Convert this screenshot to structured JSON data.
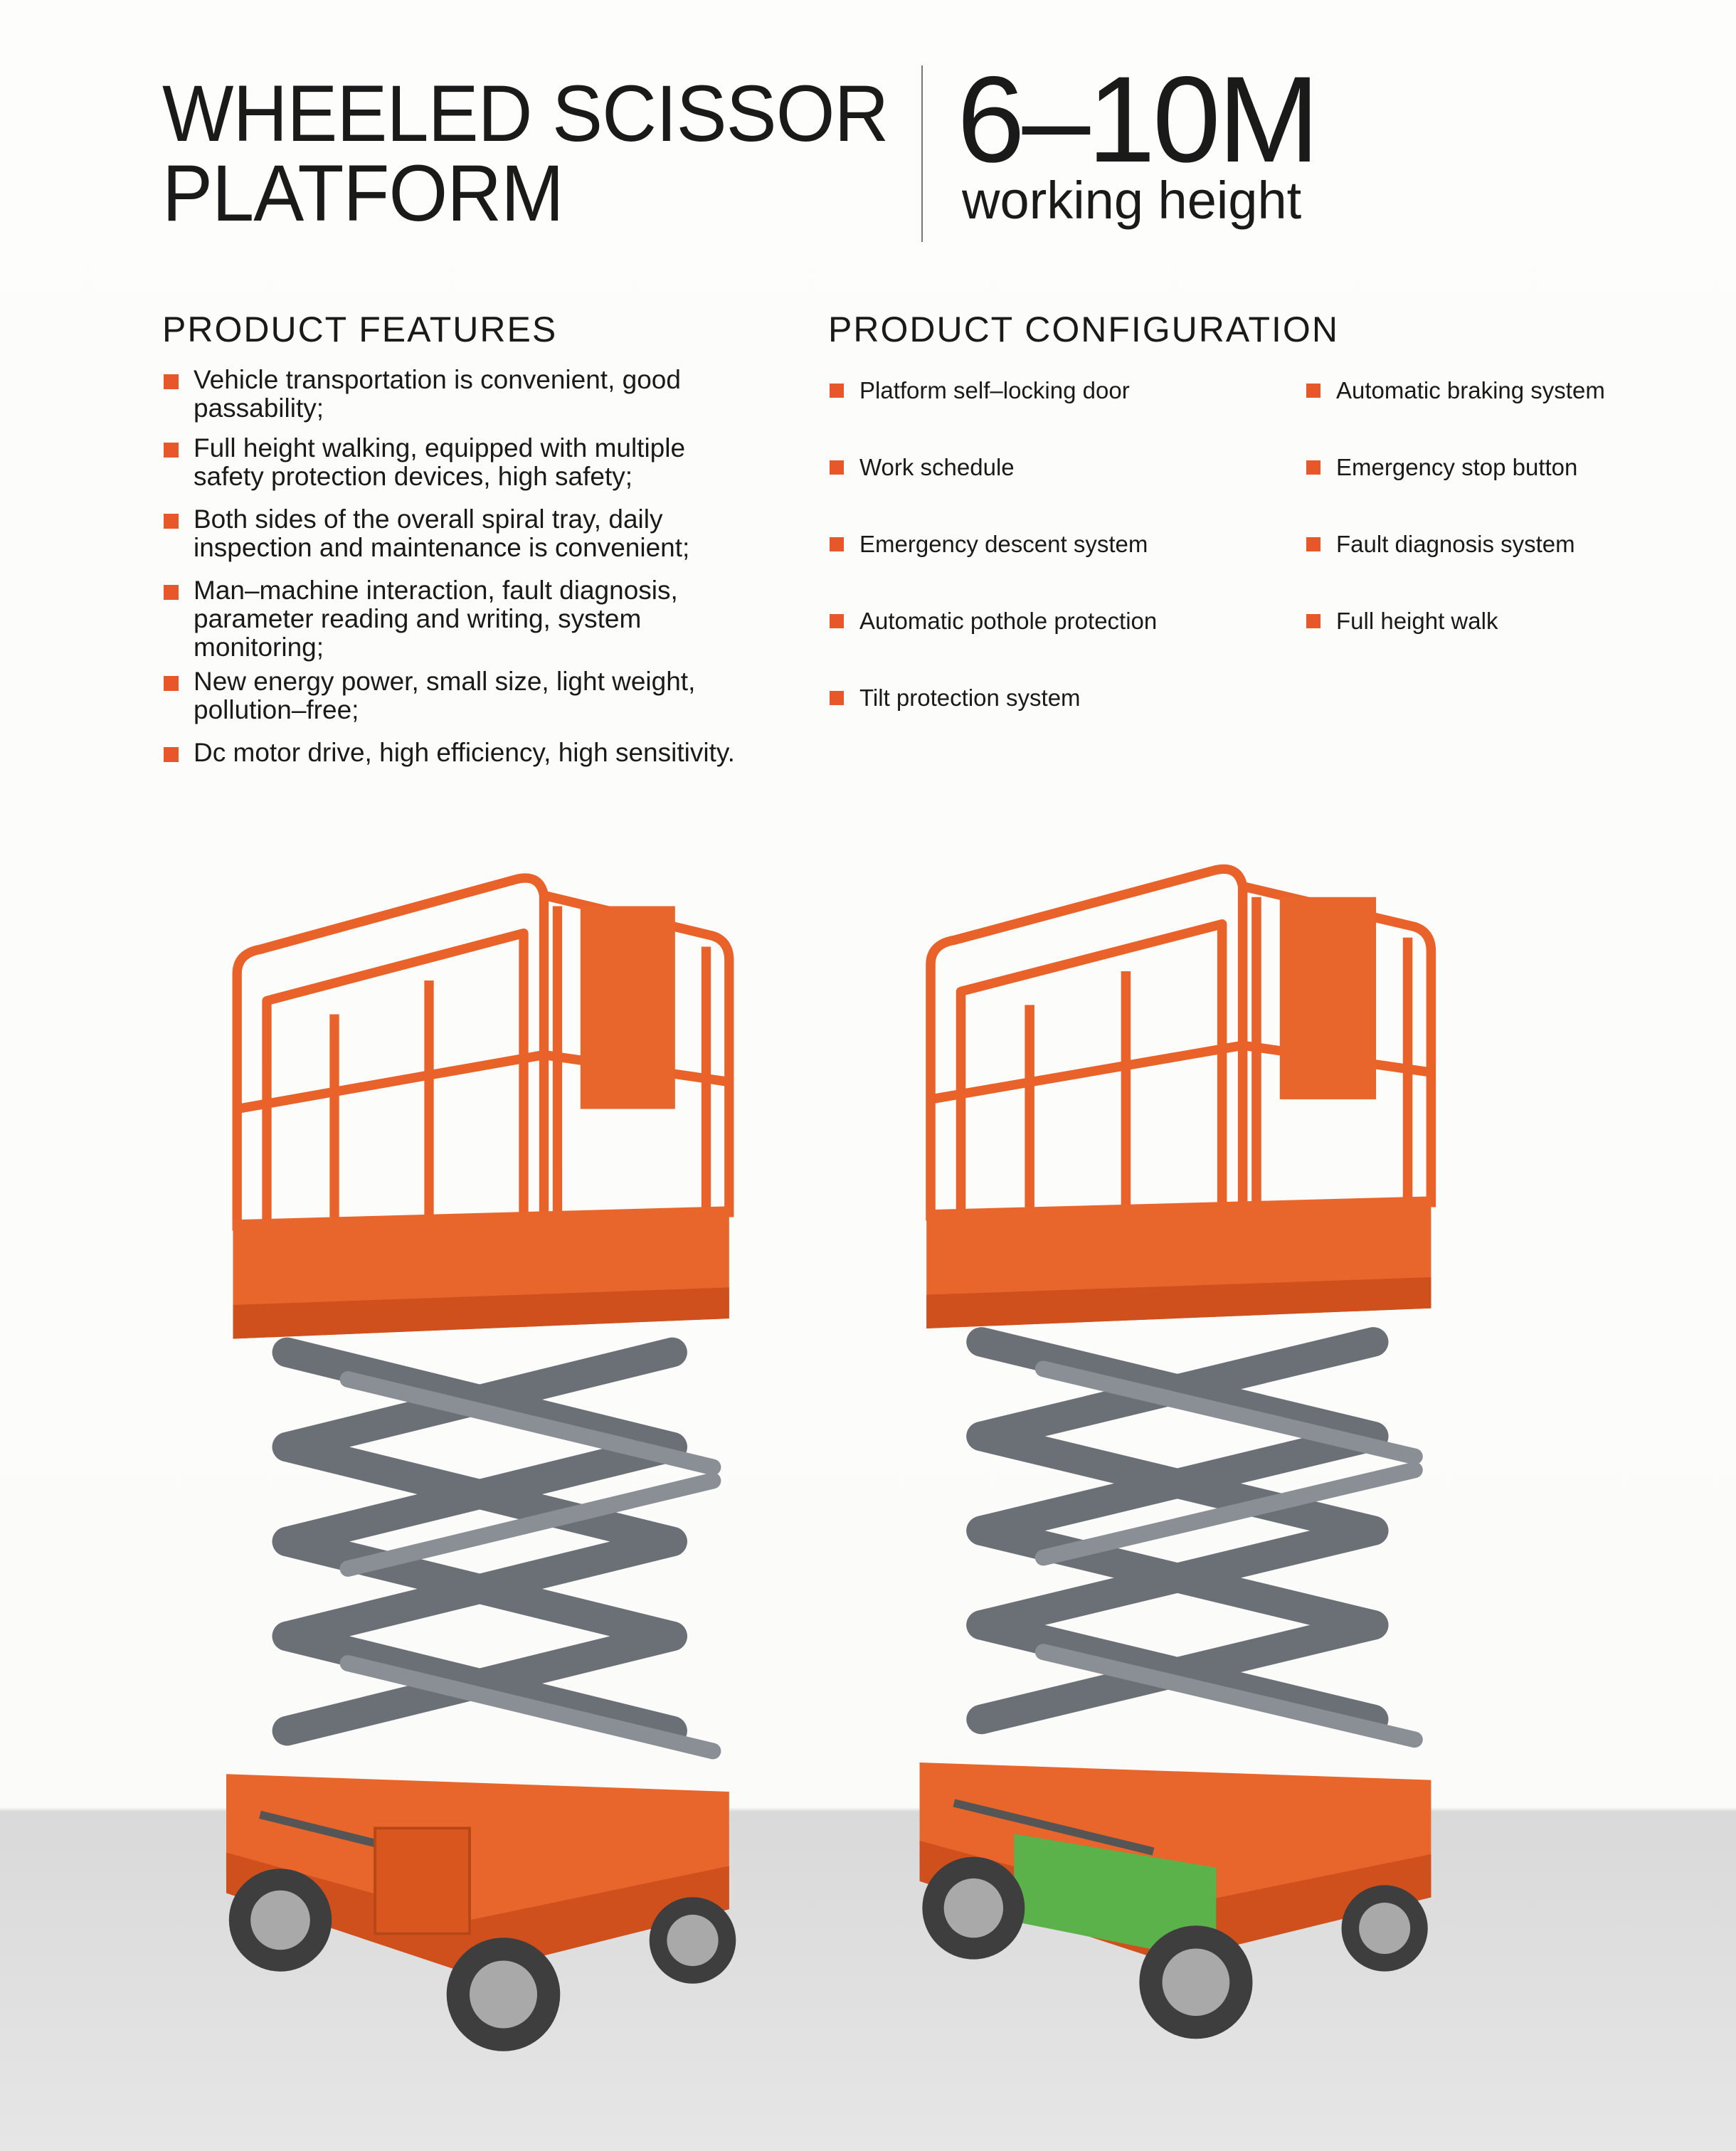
{
  "header": {
    "title_line1": "WHEELED SCISSOR",
    "title_line2": "PLATFORM",
    "height_range": "6–10M",
    "height_caption": "working height"
  },
  "features": {
    "heading": "PRODUCT FEATURES",
    "items": [
      "Vehicle transportation is convenient, good passability;",
      "Full height walking, equipped with multiple safety protection devices, high safety;",
      "Both sides of the overall spiral tray, daily inspection and maintenance is convenient;",
      "Man–machine interaction, fault diagnosis, parameter reading and writing, system monitoring;",
      "New energy power, small size, light weight, pollution–free;",
      "Dc motor drive, high efficiency, high sensitivity."
    ]
  },
  "configuration": {
    "heading": "PRODUCT CONFIGURATION",
    "items": [
      "Platform self–locking door",
      "Automatic braking system",
      "Work schedule",
      "Emergency stop button",
      "Emergency descent system",
      "Fault diagnosis system",
      "Automatic pothole protection",
      "Full height walk",
      "Tilt protection system"
    ]
  },
  "colors": {
    "accent": "#e8572a",
    "lift_orange": "#e8652c",
    "scissor_grey": "#6b6f76",
    "panel_green": "#5cb24a"
  },
  "images": [
    "scissor-lift-photo-left",
    "scissor-lift-photo-right"
  ]
}
